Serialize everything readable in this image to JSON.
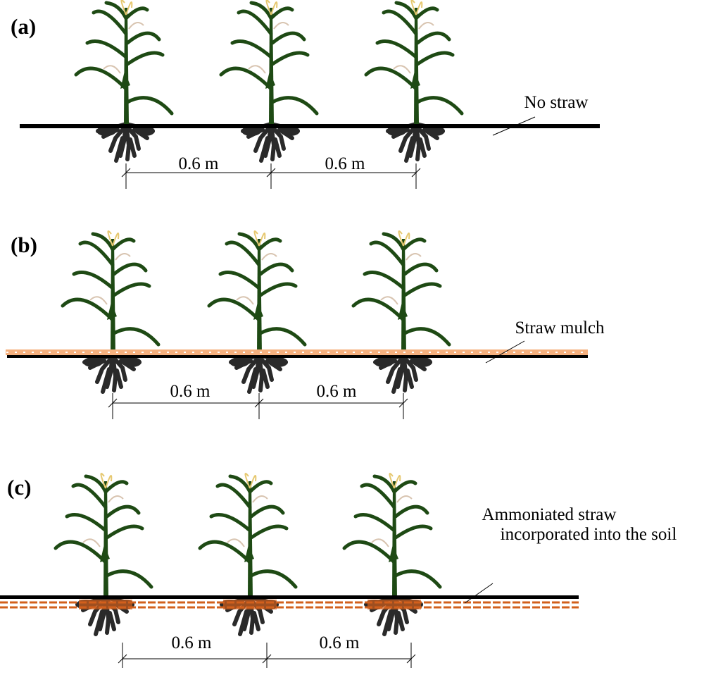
{
  "panels": [
    {
      "label": "(a)",
      "treatment": "No straw",
      "spacings": [
        "0.6 m",
        "0.6 m"
      ]
    },
    {
      "label": "(b)",
      "treatment": "Straw mulch",
      "spacings": [
        "0.6 m",
        "0.6 m"
      ]
    },
    {
      "label": "(c)",
      "treatment_lines": [
        "Ammoniated straw",
        "incorporated into the soil"
      ],
      "spacings": [
        "0.6 m",
        "0.6 m"
      ]
    }
  ],
  "colors": {
    "plant": "#1e4a14",
    "roots": "#2a2a2a",
    "straw_mulch": "#f6b17f",
    "incorporated_straw": "#d2601c",
    "tassel": "#e6c870"
  }
}
